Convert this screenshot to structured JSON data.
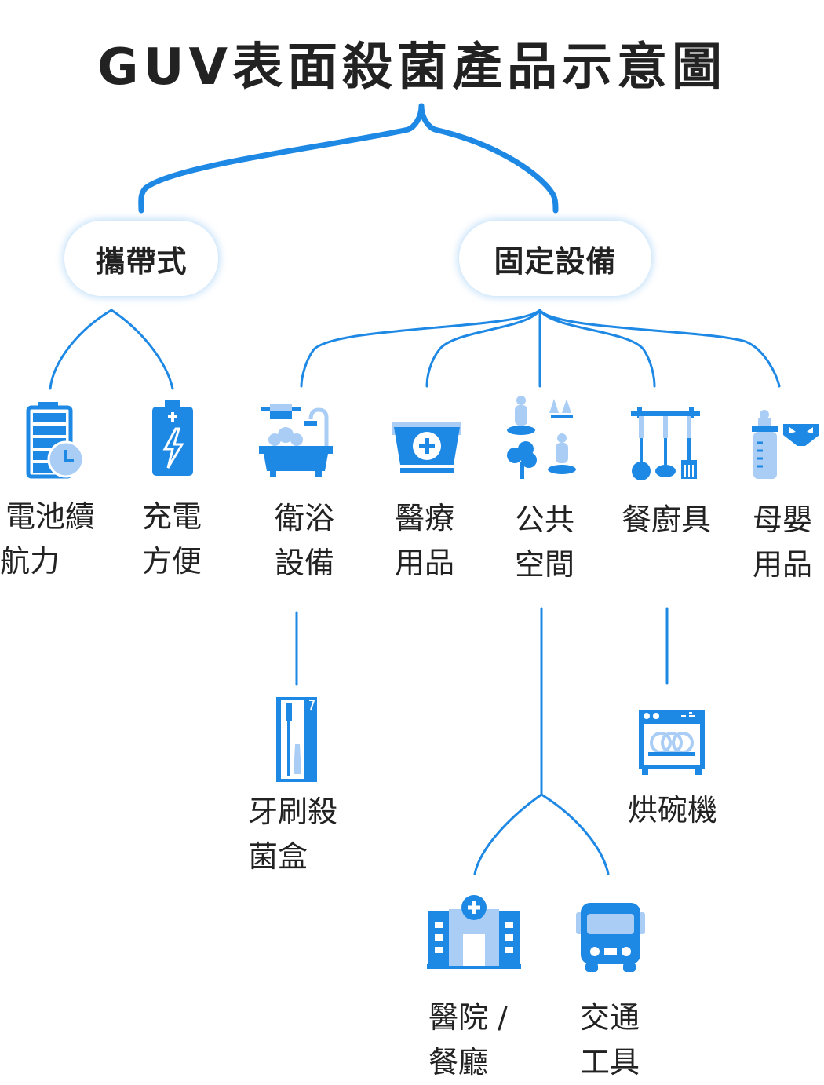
{
  "title": "GUV表面殺菌產品示意圖",
  "colors": {
    "primary": "#1e88e5",
    "light": "#a9cdf5",
    "text": "#222222"
  },
  "categories": [
    {
      "label": "攜帶式",
      "items": [
        {
          "icon": "battery-clock-icon",
          "lines": [
            "電池續",
            "航力"
          ]
        },
        {
          "icon": "charging-battery-icon",
          "lines": [
            "充電",
            "方便"
          ]
        }
      ]
    },
    {
      "label": "固定設備",
      "items": [
        {
          "icon": "bathtub-icon",
          "lines": [
            "衛浴",
            "設備"
          ],
          "children": [
            {
              "icon": "toothbrush-box-icon",
              "lines": [
                "牙刷殺",
                "菌盒"
              ]
            }
          ]
        },
        {
          "icon": "medical-kit-icon",
          "lines": [
            "醫療",
            "用品"
          ]
        },
        {
          "icon": "public-space-icon",
          "lines": [
            "公共",
            "空間"
          ],
          "children": [
            {
              "icon": "hospital-icon",
              "lines": [
                "醫院 /",
                "餐廳"
              ]
            },
            {
              "icon": "bus-icon",
              "lines": [
                "交通",
                "工具"
              ]
            }
          ]
        },
        {
          "icon": "kitchen-utensils-icon",
          "lines": [
            "餐廚具"
          ],
          "children": [
            {
              "icon": "dishwasher-icon",
              "lines": [
                "烘碗機"
              ]
            }
          ]
        },
        {
          "icon": "baby-bottle-diaper-icon",
          "lines": [
            "母嬰",
            "用品"
          ]
        }
      ]
    }
  ]
}
